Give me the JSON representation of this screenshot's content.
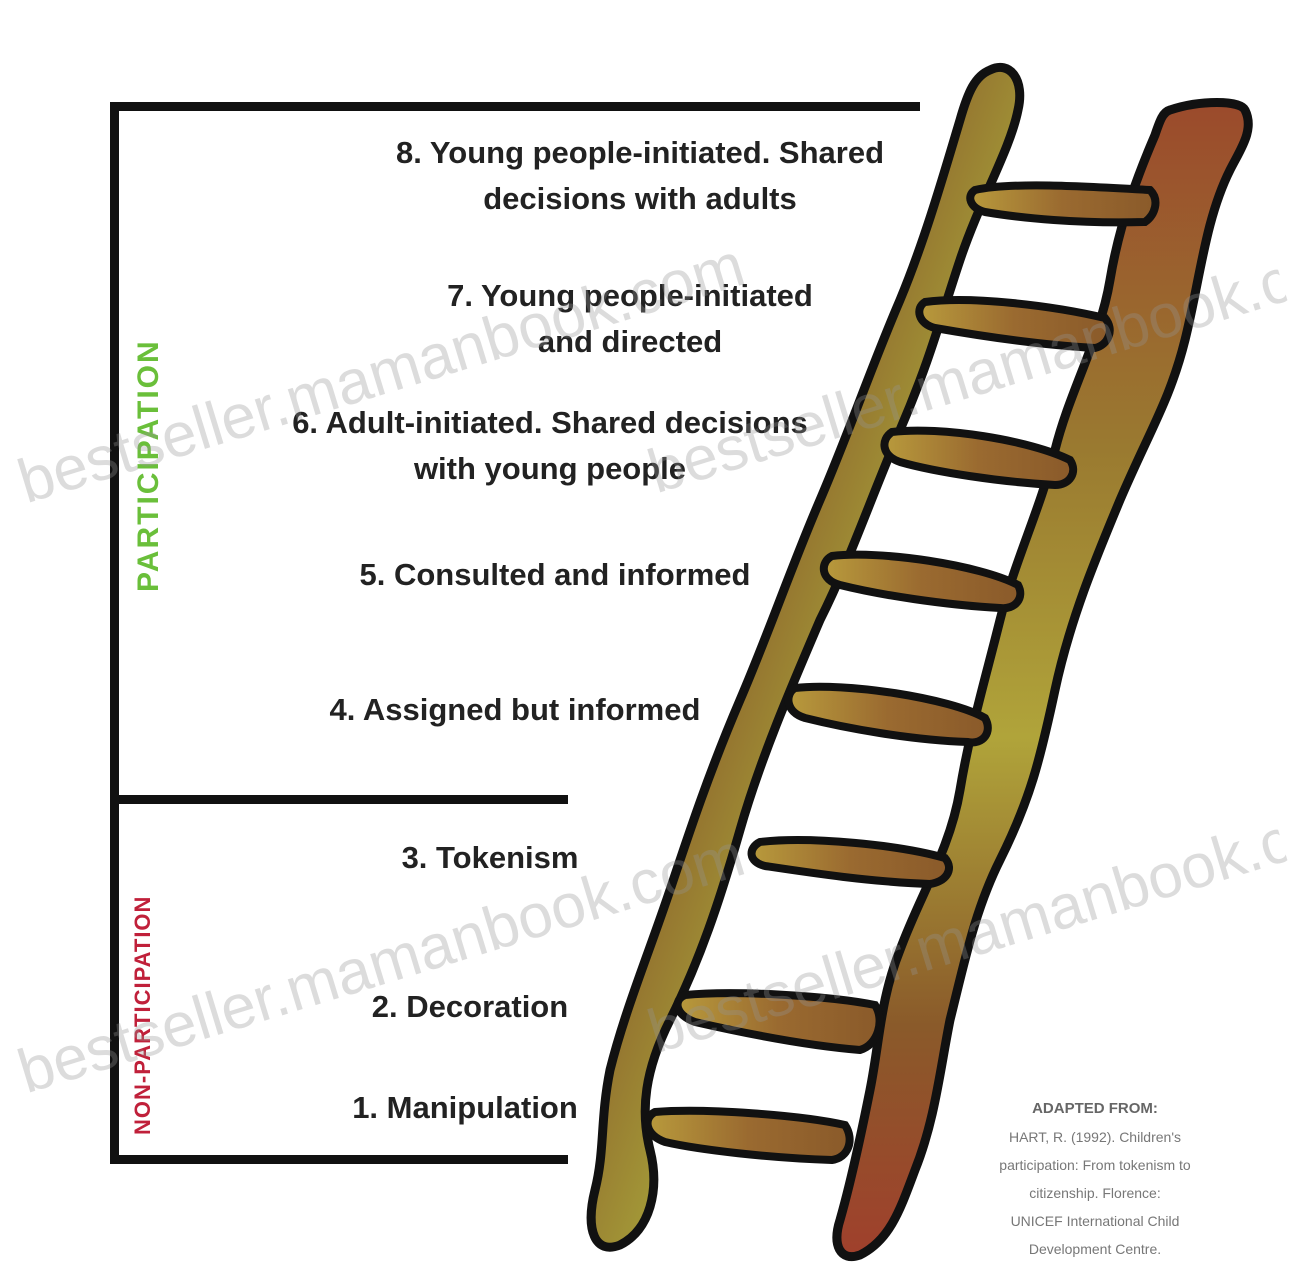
{
  "side_labels": {
    "participation": "PARTICIPATION",
    "non_participation": "NON-PARTICIPATION"
  },
  "rungs": [
    {
      "lines": [
        "8. Young people-initiated. Shared",
        "decisions with adults"
      ]
    },
    {
      "lines": [
        "7. Young people-initiated",
        "and directed"
      ]
    },
    {
      "lines": [
        "6. Adult-initiated. Shared decisions",
        "with young people"
      ]
    },
    {
      "lines": [
        "5. Consulted and informed"
      ]
    },
    {
      "lines": [
        "4. Assigned but informed"
      ]
    },
    {
      "lines": [
        "3. Tokenism"
      ]
    },
    {
      "lines": [
        "2. Decoration"
      ]
    },
    {
      "lines": [
        "1. Manipulation"
      ]
    }
  ],
  "credit": {
    "title": "ADAPTED FROM:",
    "lines": [
      "HART, R. (1992). Children's",
      "participation: From tokenism to",
      "citizenship. Florence:",
      "UNICEF International Child",
      "Development Centre."
    ]
  },
  "watermark": "bestseller.mamanbook.com",
  "colors": {
    "rail_brown": "#9b5a2e",
    "rail_red": "#a0472f",
    "rail_green": "#b4b642",
    "outline": "#111111",
    "participation_green": "#6abf3a",
    "non_participation_red": "#c0203a"
  }
}
